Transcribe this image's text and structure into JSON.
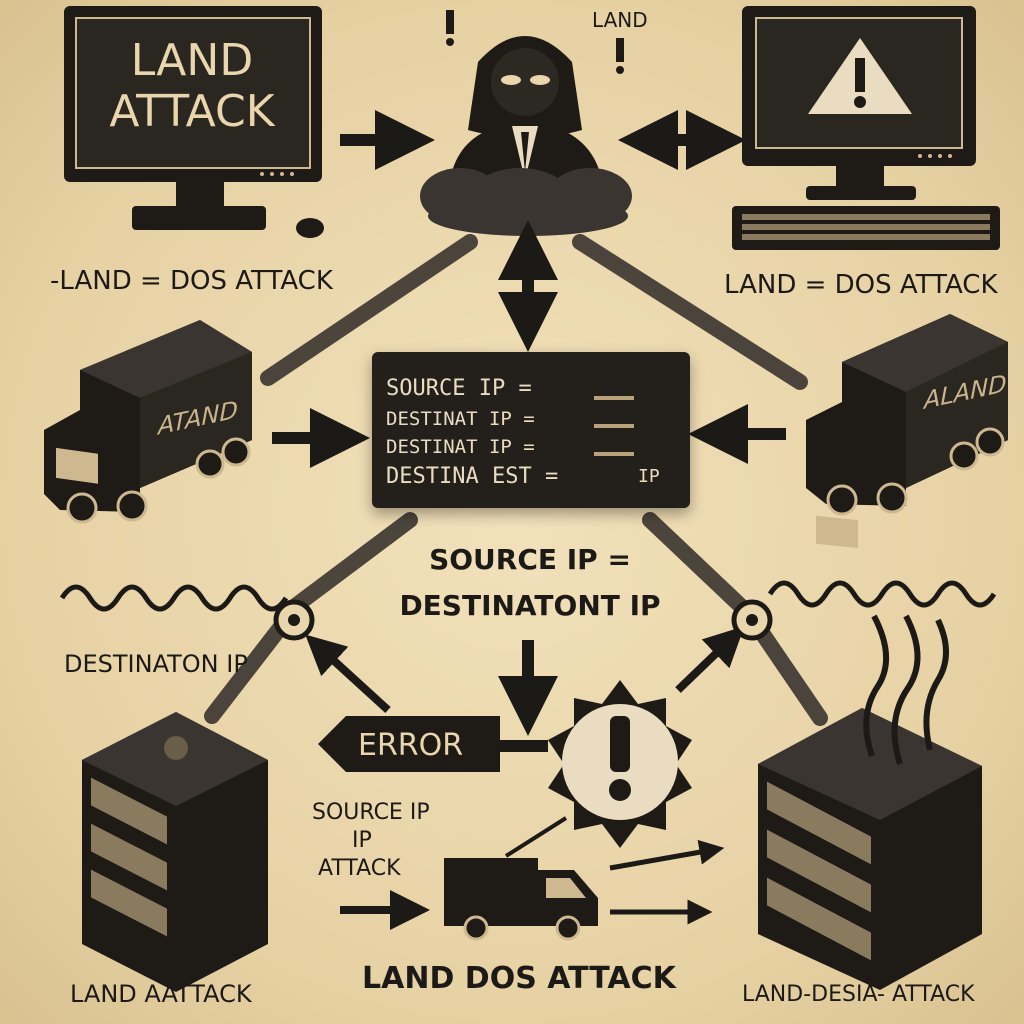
{
  "diagram": {
    "screen_title_line1": "LAND",
    "screen_title_line2": "ATTACK",
    "top_label": "LAND",
    "left_caption": "-LAND = DOS ATTACK",
    "right_caption": "LAND = DOS ATTACK",
    "truck_left_text": "ATAND",
    "truck_right_text": "ALAND",
    "panel": {
      "line1": "SOURCE IP =",
      "line2": "DESTINAT IP =",
      "line3": "DESTINAT IP =",
      "line4": "DESTINA EST =",
      "line4_suffix": "IP"
    },
    "center_heading_line1": "SOURCE IP =",
    "center_heading_line2": "DESTINATONT IP",
    "destination_label": "DESTINATON IP",
    "error_label": "ERROR",
    "bottom_center_note_line1": "SOURCE IP",
    "bottom_center_note_line2": "IP",
    "bottom_center_note_line3": "ATTACK",
    "bottom_left_caption": "LAND AATTACK",
    "bottom_center_caption": "LAND DOS ATTACK",
    "bottom_right_caption": "LAND-DESIA- ATTACK",
    "colors": {
      "ink": "#1c1a17",
      "paper": "#e9d6ac",
      "panel": "#23201b"
    }
  }
}
